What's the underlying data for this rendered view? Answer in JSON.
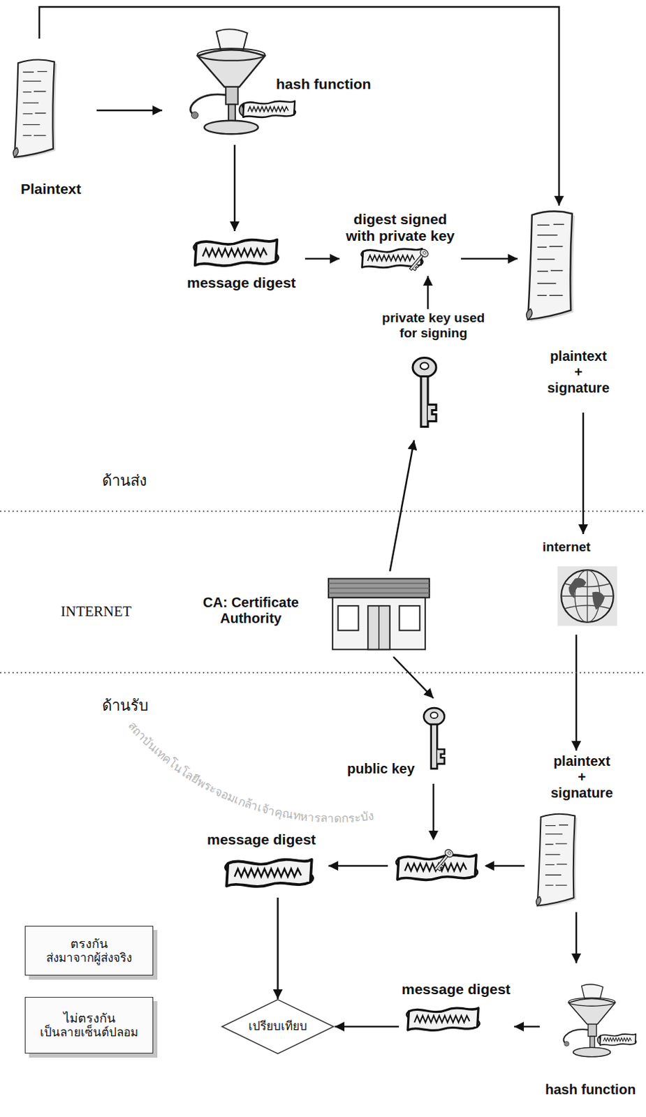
{
  "diagram": {
    "nodes": [
      {
        "text": [
          "Plaintext"
        ]
      },
      {
        "text": [
          "hash function"
        ]
      },
      {
        "text": [
          "message digest"
        ]
      },
      {
        "text": [
          "digest signed with private key"
        ]
      },
      {
        "text": [
          "plaintext + signature"
        ]
      },
      {
        "text": [
          "private key used for signing"
        ]
      },
      {
        "text": [
          "CA: Certificate Authority"
        ]
      },
      {
        "text": [
          "internet"
        ]
      },
      {
        "text": [
          "public key"
        ]
      },
      {
        "text": [
          "plaintext + signature"
        ]
      },
      {
        "text": [
          "message digest"
        ]
      },
      {
        "text": [
          "hash function"
        ]
      },
      {
        "text": [
          "message digest"
        ]
      },
      {
        "text": [
          "เปรียบเทียบ"
        ]
      },
      {
        "text": [
          "ตรงกัน",
          "ส่งมาจากผู้ส่งจริง"
        ]
      },
      {
        "text": [
          "ไม่ตรงกัน",
          "เป็นลายเซ็นต์ปลอม"
        ]
      }
    ],
    "edges": [
      {
        "from": 0,
        "to": 1,
        "arrow": "to"
      },
      {
        "from": 0,
        "to": 4,
        "arrow": "to"
      },
      {
        "from": 1,
        "to": 2,
        "arrow": "to"
      },
      {
        "from": 2,
        "to": 3,
        "arrow": "to"
      },
      {
        "from": 3,
        "to": 4,
        "arrow": "to"
      },
      {
        "from": 5,
        "to": 3,
        "arrow": "to"
      },
      {
        "from": 6,
        "to": 5,
        "arrow": "to"
      },
      {
        "from": 6,
        "to": 8,
        "arrow": "to"
      },
      {
        "from": 4,
        "to": 7,
        "arrow": "to"
      },
      {
        "from": 7,
        "to": 9,
        "arrow": "to"
      },
      {
        "from": 9,
        "to": 10,
        "arrow": "to"
      },
      {
        "from": 10,
        "to": 13,
        "arrow": "to"
      },
      {
        "from": 9,
        "to": 11,
        "arrow": "to"
      },
      {
        "from": 11,
        "to": 12,
        "arrow": "to"
      },
      {
        "from": 12,
        "to": 13,
        "arrow": "to"
      }
    ],
    "labels": [
      "ด้านส่ง",
      "INTERNET",
      "ด้านรับ",
      "สถาบันเทคโนโลยีพระจอมเกล้าเจ้าคุณทหารลาดกระบัง"
    ]
  }
}
